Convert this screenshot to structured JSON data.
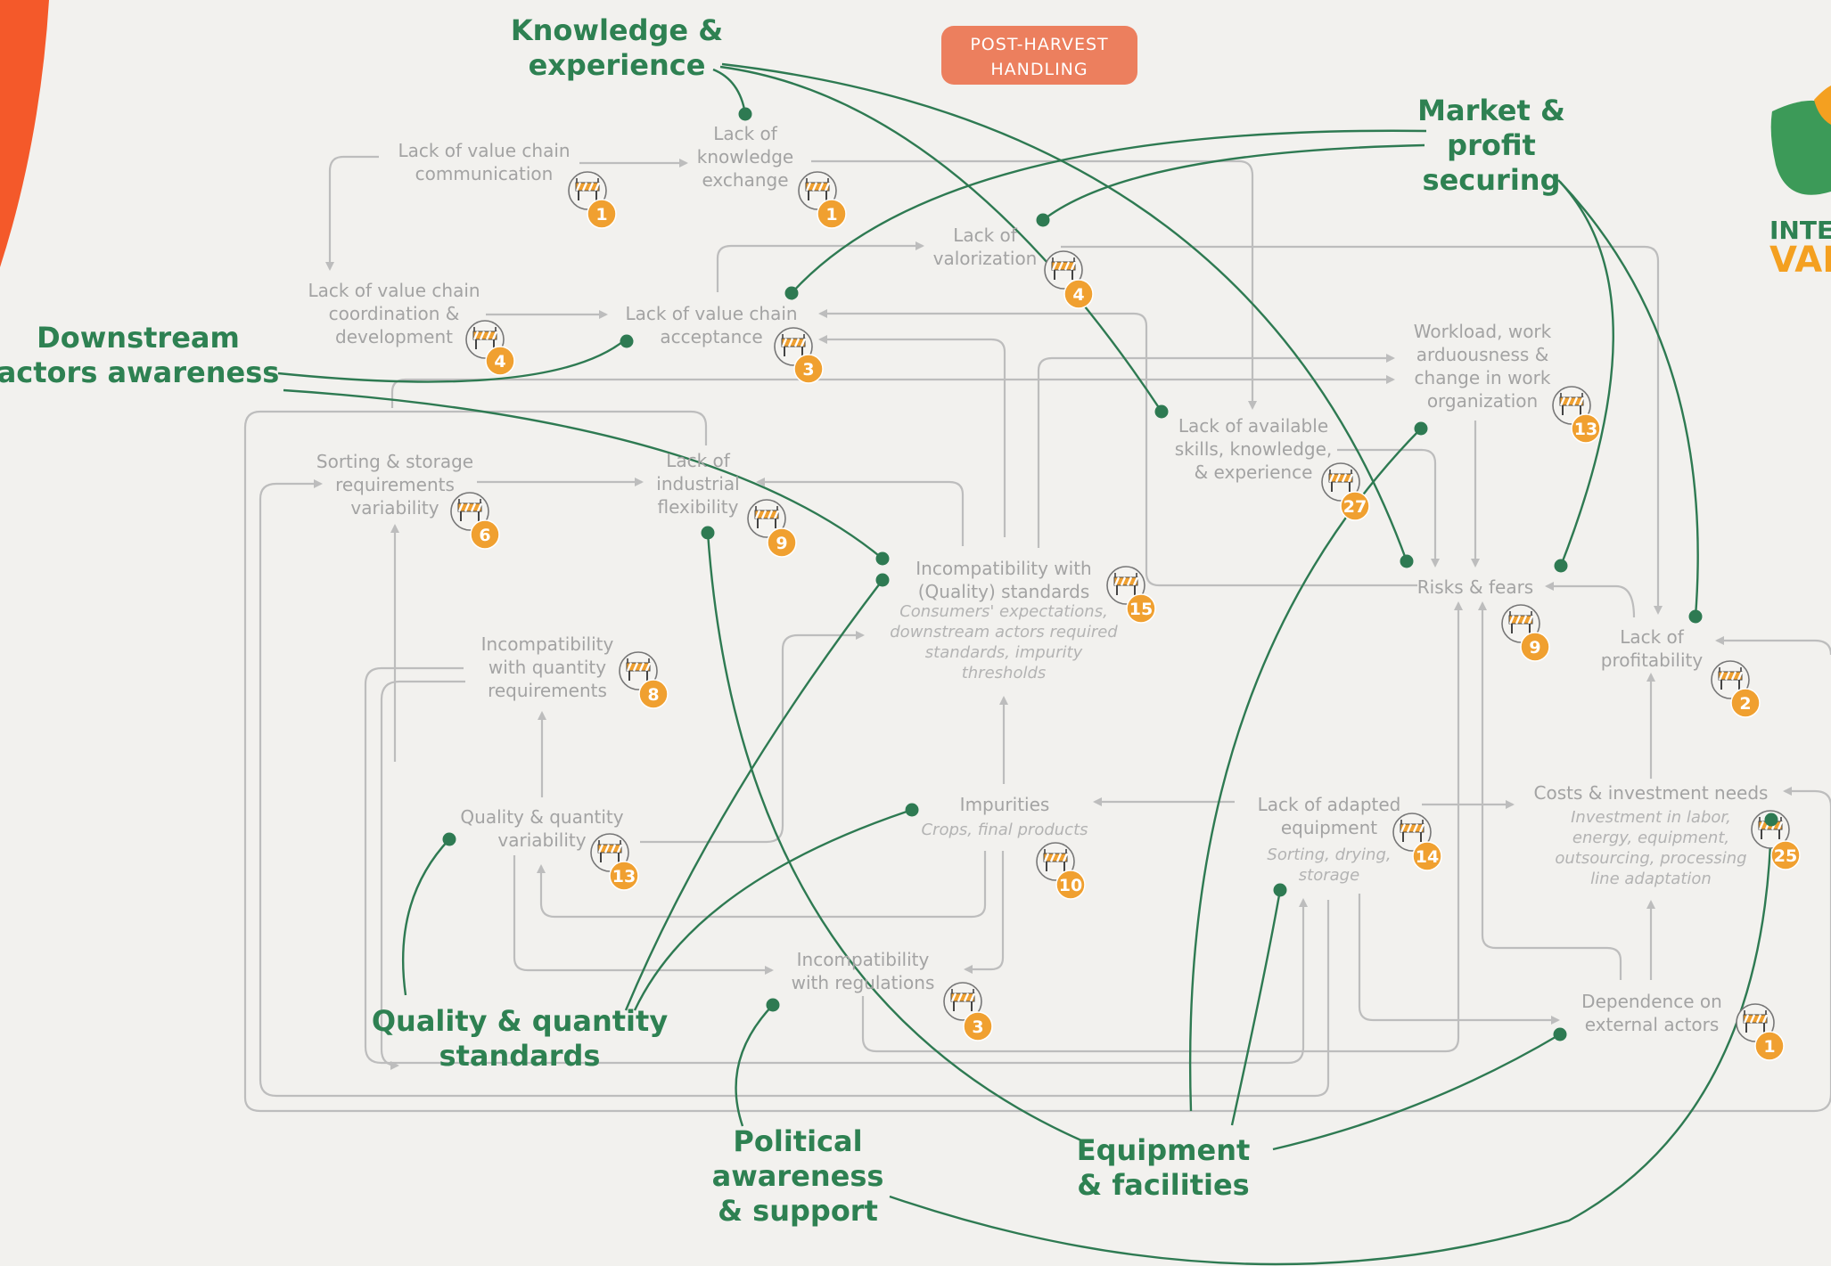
{
  "header": {
    "line1": "Post-harvest",
    "line2": "handling"
  },
  "logo": {
    "line1": "INTE",
    "line2": "VAL"
  },
  "colors": {
    "factor_green": "#2e8152",
    "badge_orange": "#f0a030",
    "header_fill": "#ec7f5e",
    "accent_orange": "#f4592a",
    "grey_text": "#a3a3a3"
  },
  "nodes": [
    {
      "id": "comm",
      "lines": [
        "Lack of value chain",
        "communication"
      ],
      "count": "1"
    },
    {
      "id": "know",
      "lines": [
        "Lack of",
        "knowledge",
        "exchange"
      ],
      "count": "1"
    },
    {
      "id": "valor",
      "lines": [
        "Lack of",
        "valorization"
      ],
      "count": "4"
    },
    {
      "id": "coord",
      "lines": [
        "Lack of value chain",
        "coordination &",
        "development"
      ],
      "count": "4"
    },
    {
      "id": "accept",
      "lines": [
        "Lack of value chain",
        "acceptance"
      ],
      "count": "3"
    },
    {
      "id": "workload",
      "lines": [
        "Workload, work",
        "arduousness &",
        "change in work",
        "organization"
      ],
      "count": "13"
    },
    {
      "id": "skills",
      "lines": [
        "Lack of available",
        "skills, knowledge,",
        "& experience"
      ],
      "count": "27"
    },
    {
      "id": "sorting",
      "lines": [
        "Sorting & storage",
        "requirements",
        "variability"
      ],
      "count": "6"
    },
    {
      "id": "indus",
      "lines": [
        "Lack of",
        "industrial",
        "flexibility"
      ],
      "count": "9"
    },
    {
      "id": "incompq",
      "lines": [
        "Incompatibility with",
        "(Quality) standards"
      ],
      "sub": [
        "Consumers' expectations,",
        "downstream actors required",
        "standards, impurity",
        "thresholds"
      ],
      "count": "15"
    },
    {
      "id": "risks",
      "lines": [
        "Risks & fears"
      ],
      "count": "9"
    },
    {
      "id": "profit",
      "lines": [
        "Lack of",
        "profitability"
      ],
      "count": "2"
    },
    {
      "id": "incompqty",
      "lines": [
        "Incompatibility",
        "with quantity",
        "requirements"
      ],
      "count": "8"
    },
    {
      "id": "qqvar",
      "lines": [
        "Quality & quantity",
        "variability"
      ],
      "count": "13"
    },
    {
      "id": "impur",
      "lines": [
        "Impurities"
      ],
      "sub": [
        "Crops, final products"
      ],
      "count": "10"
    },
    {
      "id": "equip",
      "lines": [
        "Lack of adapted",
        "equipment"
      ],
      "sub": [
        "Sorting, drying,",
        "storage"
      ],
      "count": "14"
    },
    {
      "id": "costs",
      "lines": [
        "Costs & investment needs"
      ],
      "sub": [
        "Investment in labor,",
        "energy, equipment,",
        "outsourcing, processing",
        "line adaptation"
      ],
      "count": "25"
    },
    {
      "id": "regul",
      "lines": [
        "Incompatibility",
        "with regulations"
      ],
      "count": "3"
    },
    {
      "id": "depend",
      "lines": [
        "Dependence on",
        "external actors"
      ],
      "count": "1"
    }
  ],
  "factors": [
    {
      "id": "f_know",
      "lines": [
        "Knowledge &",
        "experience"
      ]
    },
    {
      "id": "f_market",
      "lines": [
        "Market &",
        "profit",
        "securing"
      ]
    },
    {
      "id": "f_down",
      "lines": [
        "Downstream",
        "actors awareness"
      ]
    },
    {
      "id": "f_qq",
      "lines": [
        "Quality & quantity",
        "standards"
      ]
    },
    {
      "id": "f_pol",
      "lines": [
        "Political",
        "awareness",
        "& support"
      ]
    },
    {
      "id": "f_equip",
      "lines": [
        "Equipment",
        "& facilities"
      ]
    }
  ]
}
